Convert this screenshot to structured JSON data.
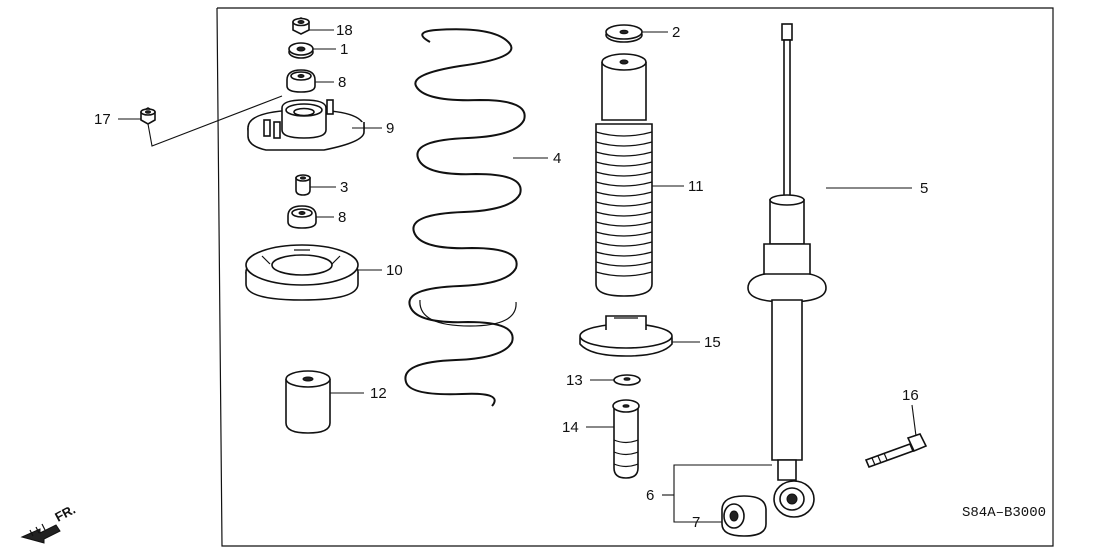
{
  "diagram": {
    "callouts": [
      "18",
      "1",
      "8",
      "17",
      "9",
      "3",
      "8",
      "10",
      "12",
      "4",
      "2",
      "11",
      "15",
      "13",
      "14",
      "6",
      "7",
      "5",
      "16"
    ],
    "front_marker": "FR.",
    "code": "S84A–B3000"
  }
}
